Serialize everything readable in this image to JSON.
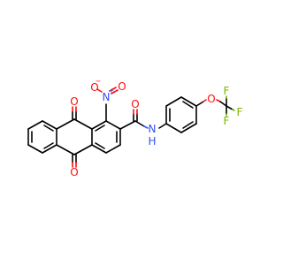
{
  "colors": {
    "bond": "#000000",
    "oxygen": "#ff0d0d",
    "nitrogen": "#3050f8",
    "fluorine": "#79b800",
    "carbon": "#000000"
  },
  "atoms": {
    "o_nitro_right": "O",
    "o_nitro_left": "O",
    "n_nitro": "N",
    "nitro_n_charge": "+",
    "nitro_o_charge": "−",
    "o_ketone_top": "O",
    "o_ketone_bottom": "O",
    "o_amide": "O",
    "n_amide": "N",
    "h_amide": "H",
    "o_ether": "O",
    "f_right": "F",
    "f_top": "F",
    "f_bottom": "F"
  }
}
